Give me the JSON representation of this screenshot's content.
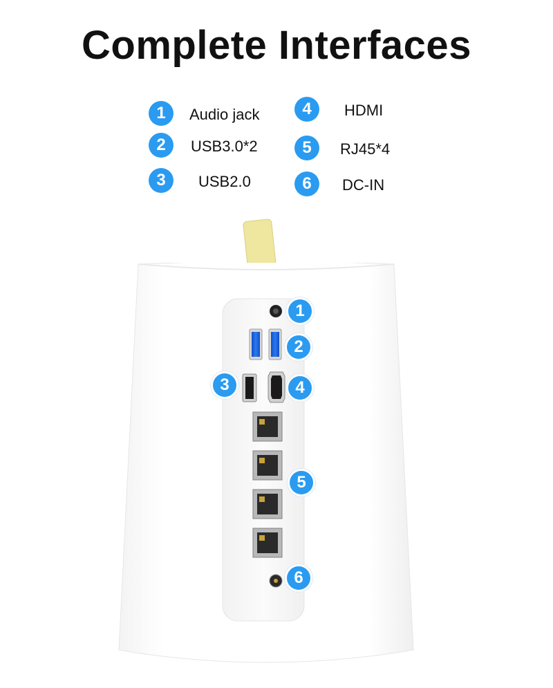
{
  "title": "Complete Interfaces",
  "legend": [
    {
      "num": "1",
      "label": "Audio jack"
    },
    {
      "num": "2",
      "label": "USB3.0*2"
    },
    {
      "num": "3",
      "label": "USB2.0"
    },
    {
      "num": "4",
      "label": "HDMI"
    },
    {
      "num": "5",
      "label": "RJ45*4"
    },
    {
      "num": "6",
      "label": "DC-IN"
    }
  ],
  "callouts": [
    "1",
    "2",
    "3",
    "4",
    "5",
    "6"
  ],
  "colors": {
    "badge": "#2a9bf0",
    "usb3": "#1c5fd6",
    "tape": "#efe6a0"
  }
}
